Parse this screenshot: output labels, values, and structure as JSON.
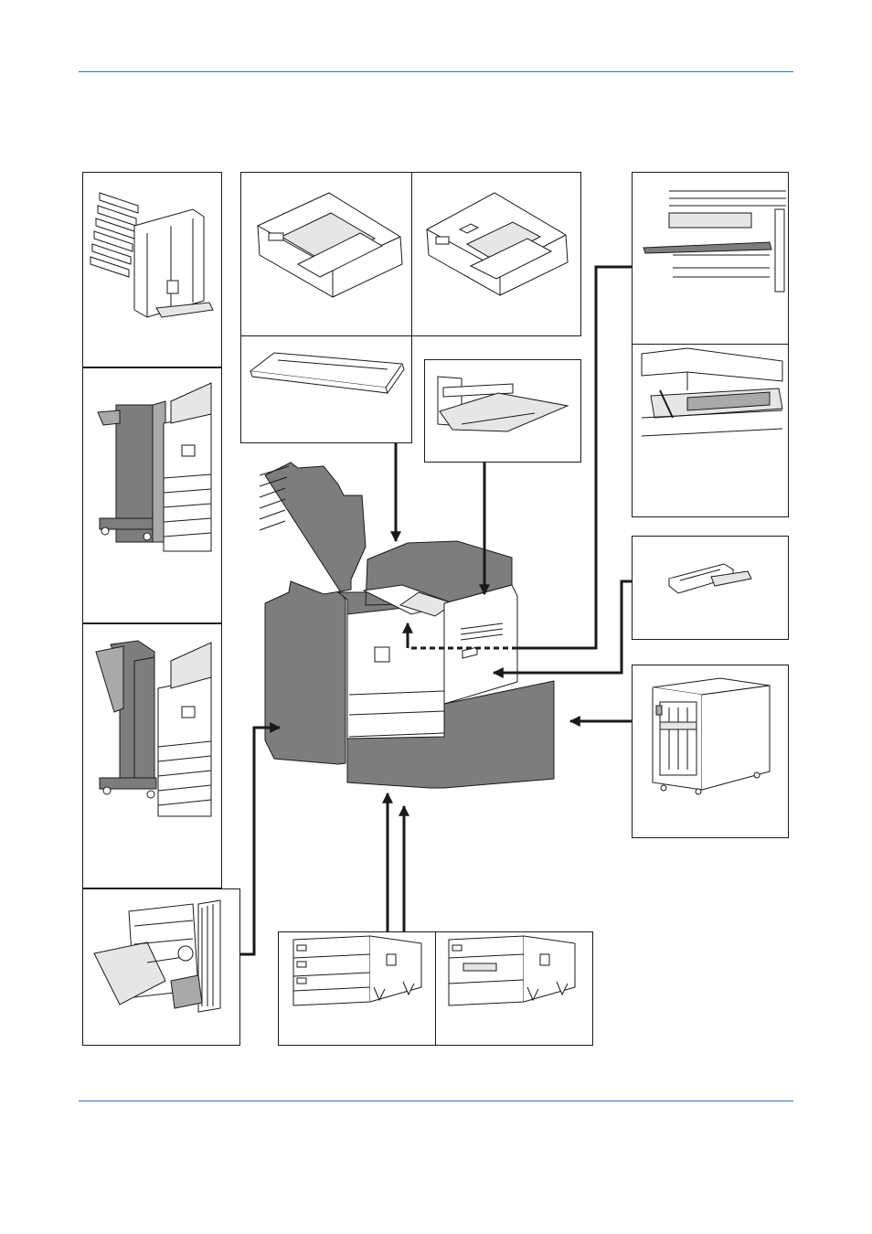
{
  "page": {
    "header_rule_color": "#2e6db4",
    "footer_rule_color": "#2e6db4"
  },
  "diagram": {
    "description_items": [
      "mailbox-option",
      "finisher-with-tray",
      "finisher-large",
      "punch-unit",
      "document-processor-a",
      "document-processor-b",
      "platen-cover",
      "multipurpose-tray",
      "fax-kit-upper",
      "fax-kit-lower",
      "key-counter-slot",
      "side-deck",
      "paper-feeder-a",
      "paper-feeder-b",
      "main-unit"
    ],
    "colors": {
      "line": "#1a1a1a",
      "fill_dark": "#7d7d7d",
      "fill_mid": "#a9a9a9",
      "fill_light": "#e6e6e6"
    }
  }
}
